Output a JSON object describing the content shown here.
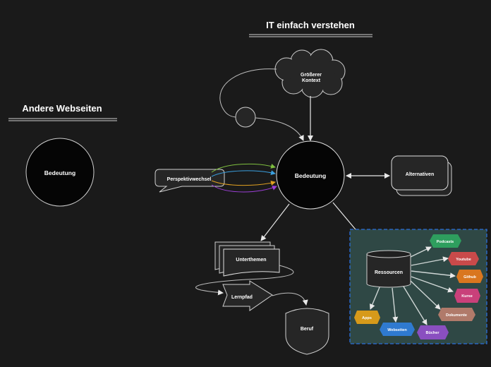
{
  "titles": {
    "main": "IT einfach verstehen",
    "side": "Andere Webseiten"
  },
  "nodes": {
    "kontext_line1": "Größerer",
    "kontext_line2": "Kontext",
    "bedeutung_main": "Bedeutung",
    "bedeutung_side": "Bedeutung",
    "alternativen": "Alternativen",
    "perspektivwechsel": "Perspektivwechsel",
    "unterthemen": "Unterthemen",
    "lernpfad": "Lernpfad",
    "beruf": "Beruf",
    "ressourcen": "Ressourcen"
  },
  "resources": {
    "podcasts": "Podcasts",
    "youtube": "Youtube",
    "github": "Github",
    "kurse": "Kurse",
    "dokumente": "Dokumente",
    "buecher": "Bücher",
    "webseiten": "Webseiten",
    "apps": "Apps"
  },
  "colors": {
    "background": "#1a1a1a",
    "resource_panel": "#2f4845",
    "resource_border": "#2a6fdb",
    "podcasts": "#2e9e5e",
    "youtube": "#c94a4a",
    "github": "#d9761f",
    "kurse": "#c9407a",
    "dokumente": "#b07a6a",
    "buecher": "#8a4fc0",
    "webseiten": "#2f7ad0",
    "apps": "#d69a1a",
    "arrow_green": "#7fbf3f",
    "arrow_blue": "#3aa0e0",
    "arrow_orange": "#e0a020",
    "arrow_purple": "#9b3fd6"
  }
}
